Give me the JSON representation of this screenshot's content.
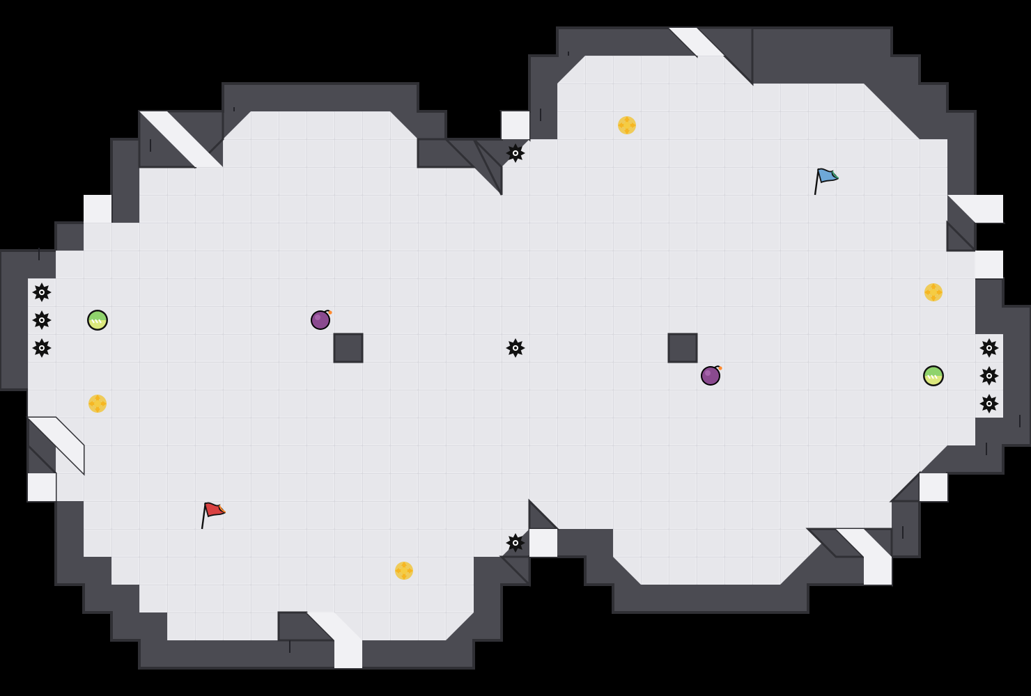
{
  "game": {
    "type": "capture-the-flag map",
    "theme": {
      "background": "#000000",
      "floor": "#e7e7eb",
      "tile_grid": "#d2d2d8",
      "wall": "#4b4b52",
      "wall_outline": "#303035",
      "diagonal_light": "#f1f1f4"
    },
    "items": [
      {
        "kind": "red-flag",
        "icon": "red-flag-icon",
        "color": "#d94141"
      },
      {
        "kind": "blue-flag",
        "icon": "blue-flag-icon",
        "color": "#6ea8d8"
      },
      {
        "kind": "speed-boost",
        "icon": "speed-boost-icon",
        "color": "#f0c640"
      },
      {
        "kind": "speed-boost",
        "icon": "speed-boost-icon",
        "color": "#f0c640"
      },
      {
        "kind": "speed-boost",
        "icon": "speed-boost-icon",
        "color": "#f0c640"
      },
      {
        "kind": "speed-boost",
        "icon": "speed-boost-icon",
        "color": "#f0c640"
      },
      {
        "kind": "bomb",
        "icon": "bomb-icon",
        "color": "#8a4a8f"
      },
      {
        "kind": "bomb",
        "icon": "bomb-icon",
        "color": "#8a4a8f"
      },
      {
        "kind": "portal",
        "icon": "portal-icon",
        "color": "#8fd36c"
      },
      {
        "kind": "portal",
        "icon": "portal-icon",
        "color": "#8fd36c"
      },
      {
        "kind": "spike",
        "icon": "spike-icon",
        "color": "#111111"
      },
      {
        "kind": "spike",
        "icon": "spike-icon",
        "color": "#111111"
      },
      {
        "kind": "spike",
        "icon": "spike-icon",
        "color": "#111111"
      },
      {
        "kind": "spike",
        "icon": "spike-icon",
        "color": "#111111"
      },
      {
        "kind": "spike",
        "icon": "spike-icon",
        "color": "#111111"
      },
      {
        "kind": "spike",
        "icon": "spike-icon",
        "color": "#111111"
      },
      {
        "kind": "spike",
        "icon": "spike-icon",
        "color": "#111111"
      },
      {
        "kind": "spike",
        "icon": "spike-icon",
        "color": "#111111"
      },
      {
        "kind": "spike",
        "icon": "spike-icon",
        "color": "#111111"
      },
      {
        "kind": "wall-block",
        "icon": "wall-block-icon",
        "color": "#4b4b52"
      },
      {
        "kind": "wall-block",
        "icon": "wall-block-icon",
        "color": "#4b4b52"
      }
    ]
  }
}
